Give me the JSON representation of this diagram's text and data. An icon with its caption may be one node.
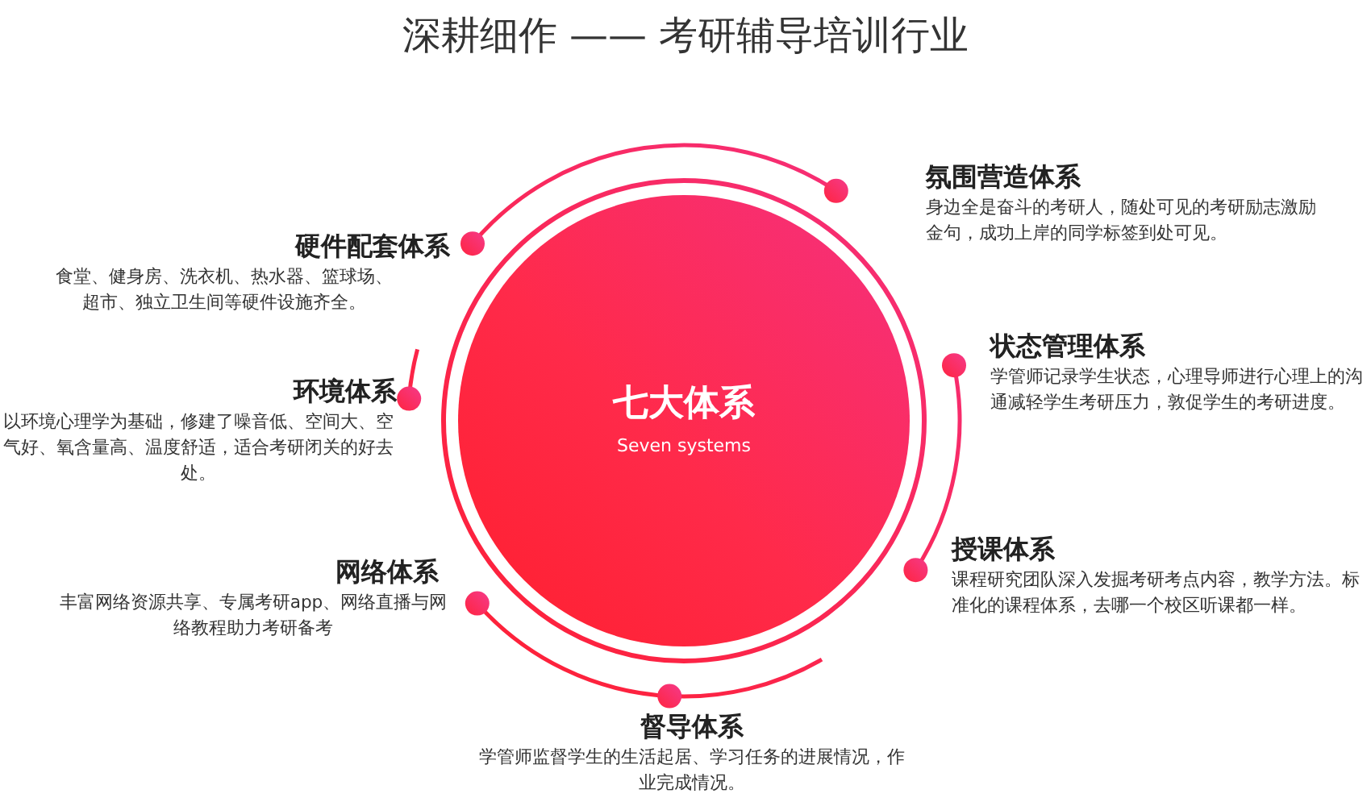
{
  "diagram": {
    "title": "深耕细作 —— 考研辅导培训行业",
    "nodes": [
      {
        "text": [
          "七大体系",
          "Seven systems"
        ]
      },
      {
        "text": [
          "氛围营造体系",
          "身边全是奋斗的考研人，随处可见的考研励志激励金句，成功上岸的同学标签到处可见。"
        ]
      },
      {
        "text": [
          "硬件配套体系",
          "食堂、健身房、洗衣机、热水器、篮球场、超市、独立卫生间等硬件设施齐全。"
        ]
      },
      {
        "text": [
          "状态管理体系",
          "学管师记录学生状态，心理导师进行心理上的沟通减轻学生考研压力，敦促学生的考研进度。"
        ]
      },
      {
        "text": [
          "环境体系",
          "以环境心理学为基础，修建了噪音低、空间大、空气好、氧含量高、温度舒适，适合考研闭关的好去处。"
        ]
      },
      {
        "text": [
          "授课体系",
          "课程研究团队深入发掘考研考点内容，教学方法。标准化的课程体系，去哪一个校区听课都一样。"
        ]
      },
      {
        "text": [
          "网络体系",
          "丰富网络资源共享、专属考研app、网络直播与网络教程助力考研备考"
        ]
      },
      {
        "text": [
          "督导体系",
          "学管师监督学生的生活起居、学习任务的进展情况，作业完成情况。"
        ]
      }
    ]
  }
}
